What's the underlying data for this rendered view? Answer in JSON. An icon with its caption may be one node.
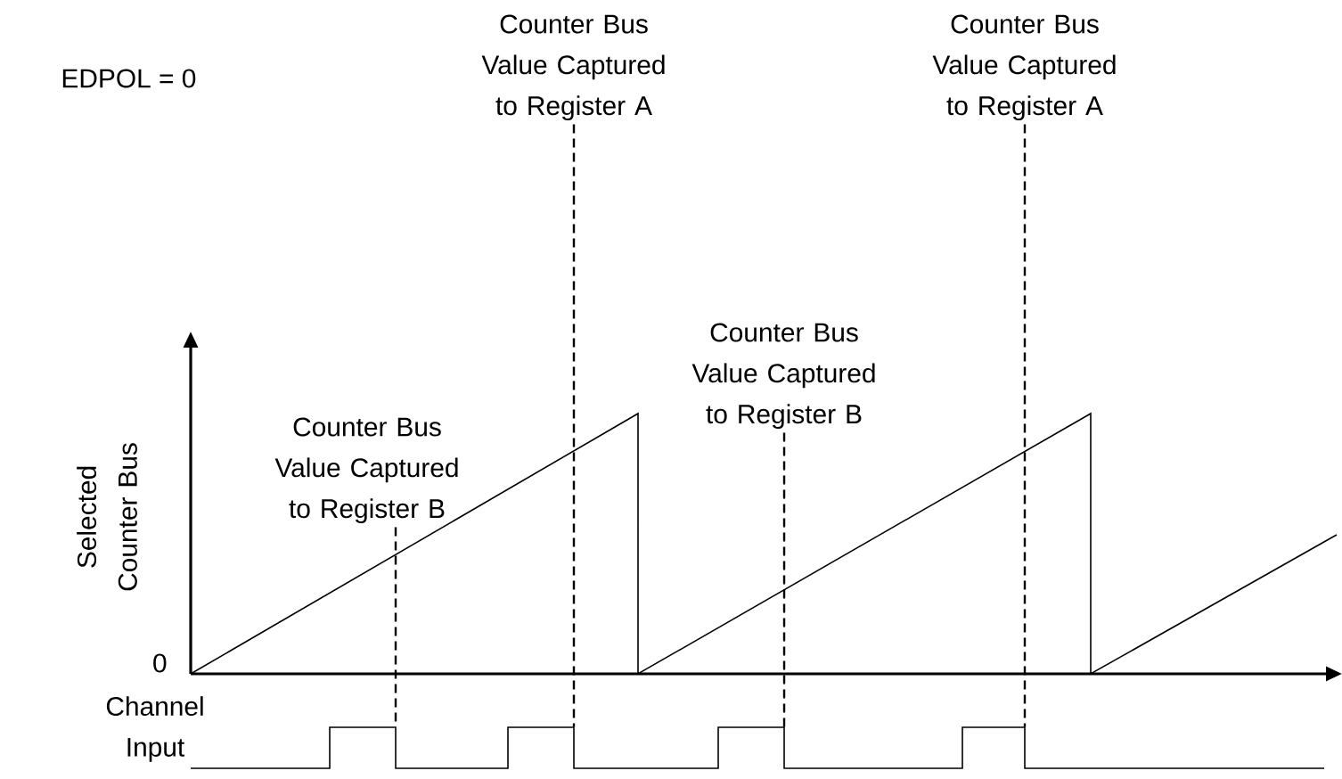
{
  "diagram": {
    "nodes": [
      {
        "text": [
          "Counter Bus Value Captured to Register B"
        ]
      },
      {
        "text": [
          "Counter Bus Value Captured to Register A"
        ]
      },
      {
        "text": [
          "Counter Bus Value Captured to Register B"
        ]
      },
      {
        "text": [
          "Counter Bus Value Captured to Register A"
        ]
      },
      {
        "text": [],
        "shape": "waveform"
      }
    ],
    "edges": [
      {
        "from": 0,
        "to": 4,
        "arrow": "none",
        "style": "dashed"
      },
      {
        "from": 1,
        "to": 4,
        "arrow": "none",
        "style": "dashed"
      },
      {
        "from": 2,
        "to": 4,
        "arrow": "none",
        "style": "dashed"
      },
      {
        "from": 3,
        "to": 4,
        "arrow": "none",
        "style": "dashed"
      }
    ],
    "labels": [
      "EDPOL = 0",
      "Selected Counter Bus",
      "0",
      "Channel Input"
    ]
  }
}
